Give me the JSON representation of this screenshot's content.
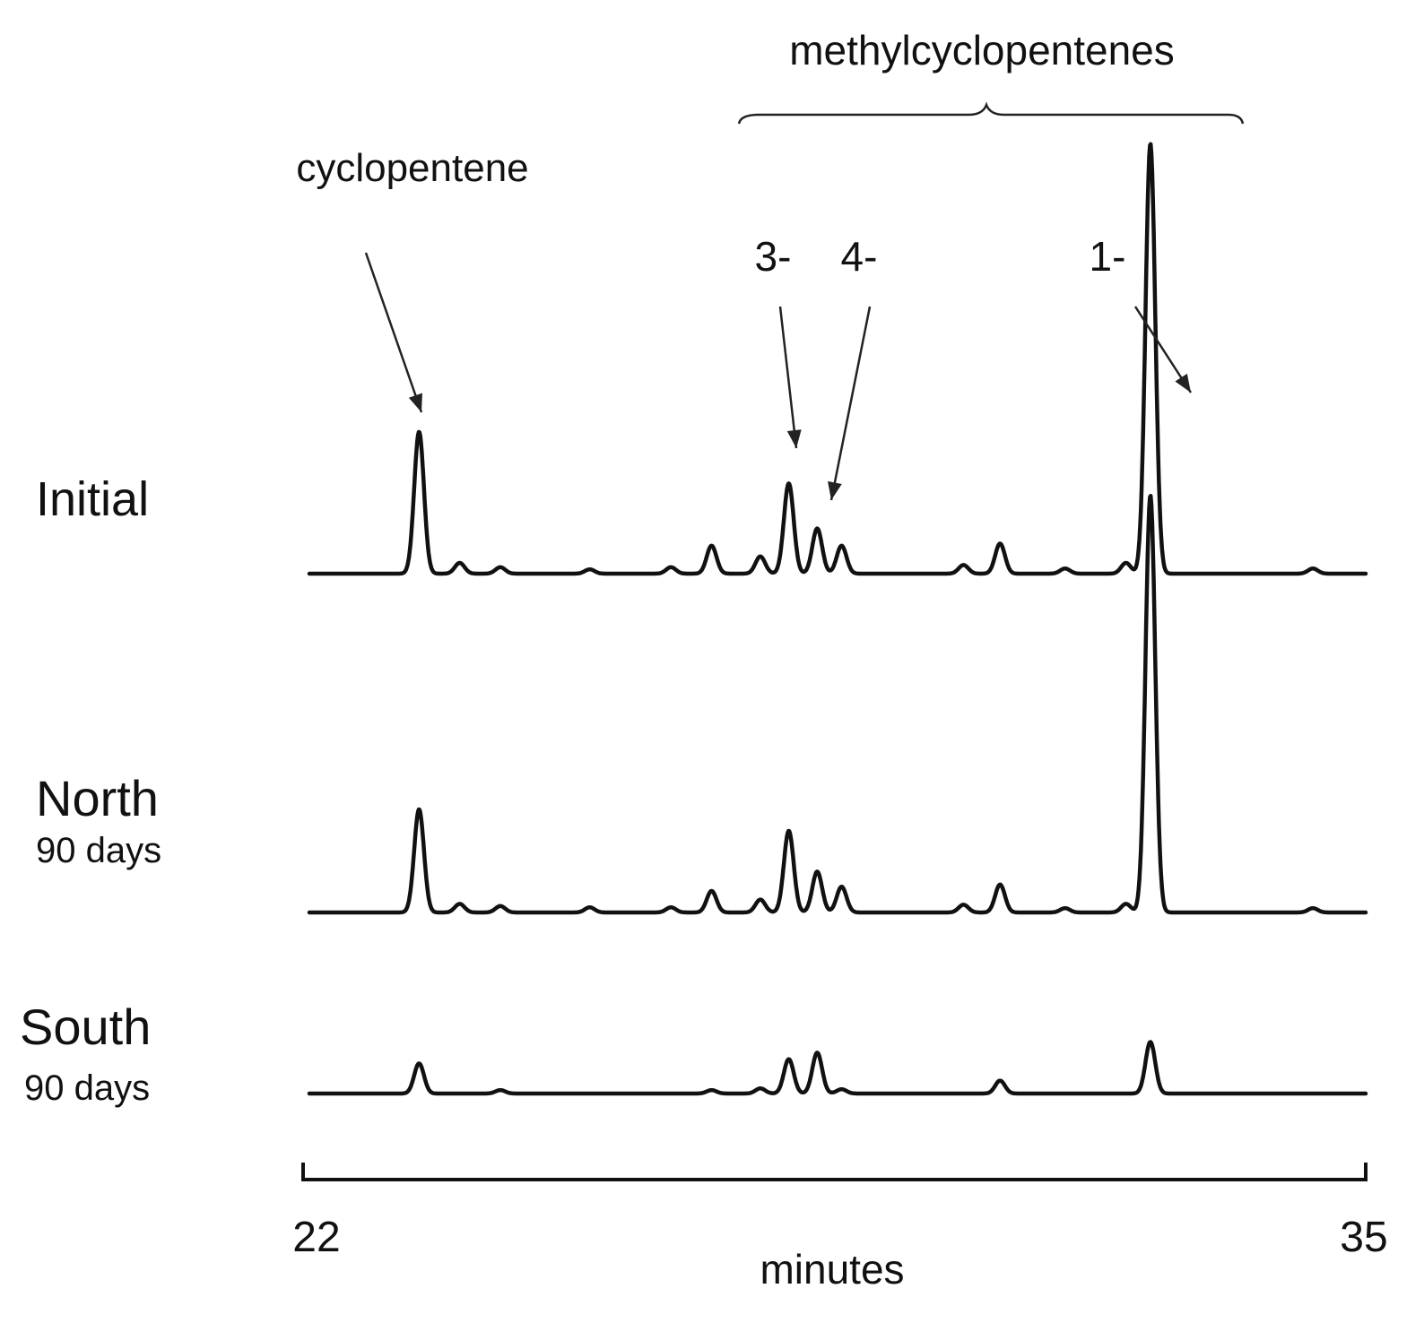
{
  "chart_data": {
    "type": "line",
    "title": "",
    "xlabel": "minutes",
    "ylabel": "",
    "xlim": [
      22,
      35
    ],
    "x_ticks": [
      "22",
      "35"
    ],
    "grid": false,
    "group_label": "methylcyclopentenes",
    "annotations": [
      {
        "id": "cyclopentene",
        "text": "cyclopentene",
        "x": 23.2
      },
      {
        "id": "3",
        "text": "3-",
        "x": 27.8
      },
      {
        "id": "4",
        "text": "4-",
        "x": 28.1
      },
      {
        "id": "1",
        "text": "1-",
        "x": 33.3
      }
    ],
    "series": [
      {
        "name": "Initial",
        "sublabel": "",
        "peaks": [
          {
            "x": 23.35,
            "h": 0.33
          },
          {
            "x": 23.85,
            "h": 0.025
          },
          {
            "x": 24.35,
            "h": 0.015
          },
          {
            "x": 25.45,
            "h": 0.01
          },
          {
            "x": 26.45,
            "h": 0.015
          },
          {
            "x": 26.95,
            "h": 0.065
          },
          {
            "x": 27.55,
            "h": 0.04
          },
          {
            "x": 27.9,
            "h": 0.21
          },
          {
            "x": 28.25,
            "h": 0.105
          },
          {
            "x": 28.55,
            "h": 0.065
          },
          {
            "x": 30.05,
            "h": 0.02
          },
          {
            "x": 30.5,
            "h": 0.07
          },
          {
            "x": 31.3,
            "h": 0.012
          },
          {
            "x": 32.05,
            "h": 0.025
          },
          {
            "x": 32.35,
            "h": 1.0
          },
          {
            "x": 34.35,
            "h": 0.012
          }
        ]
      },
      {
        "name": "North",
        "sublabel": "90 days",
        "peaks": [
          {
            "x": 23.35,
            "h": 0.24
          },
          {
            "x": 23.85,
            "h": 0.02
          },
          {
            "x": 24.35,
            "h": 0.015
          },
          {
            "x": 25.45,
            "h": 0.012
          },
          {
            "x": 26.45,
            "h": 0.012
          },
          {
            "x": 26.95,
            "h": 0.05
          },
          {
            "x": 27.55,
            "h": 0.03
          },
          {
            "x": 27.9,
            "h": 0.19
          },
          {
            "x": 28.25,
            "h": 0.095
          },
          {
            "x": 28.55,
            "h": 0.06
          },
          {
            "x": 30.05,
            "h": 0.018
          },
          {
            "x": 30.5,
            "h": 0.065
          },
          {
            "x": 31.3,
            "h": 0.01
          },
          {
            "x": 32.05,
            "h": 0.02
          },
          {
            "x": 32.35,
            "h": 0.97
          },
          {
            "x": 34.35,
            "h": 0.01
          }
        ]
      },
      {
        "name": "South",
        "sublabel": "90 days",
        "peaks": [
          {
            "x": 23.35,
            "h": 0.07
          },
          {
            "x": 24.35,
            "h": 0.008
          },
          {
            "x": 26.95,
            "h": 0.008
          },
          {
            "x": 27.55,
            "h": 0.012
          },
          {
            "x": 27.9,
            "h": 0.08
          },
          {
            "x": 28.25,
            "h": 0.095
          },
          {
            "x": 28.55,
            "h": 0.01
          },
          {
            "x": 30.5,
            "h": 0.03
          },
          {
            "x": 32.35,
            "h": 0.12
          }
        ]
      }
    ]
  }
}
